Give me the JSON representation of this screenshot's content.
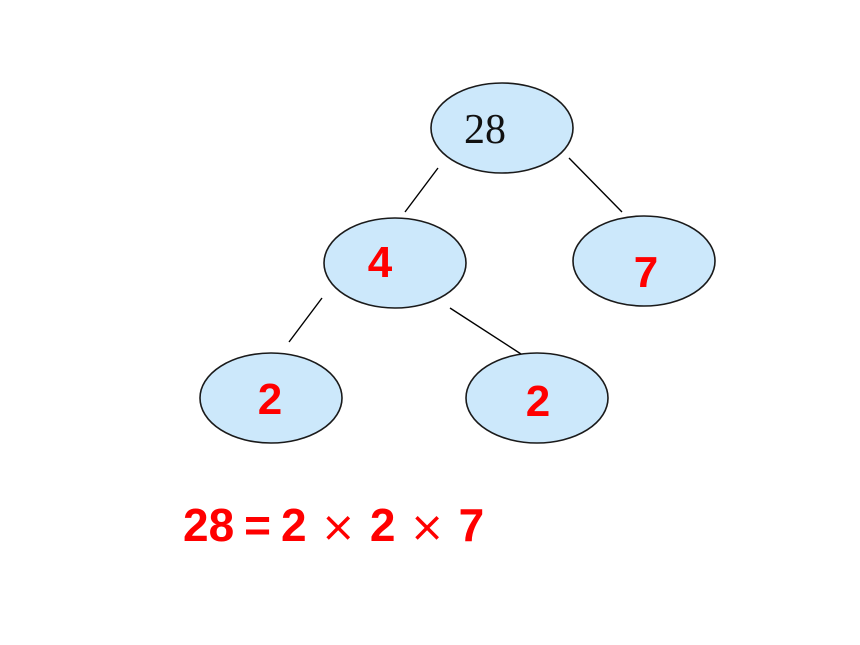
{
  "tree": {
    "root": {
      "label": "28"
    },
    "level1": [
      {
        "label": "4"
      },
      {
        "label": "7"
      }
    ],
    "level2": [
      {
        "label": "2"
      },
      {
        "label": "2"
      }
    ]
  },
  "equation": {
    "lhs": "28",
    "equals": "=",
    "factor1": "2",
    "times1": "×",
    "factor2": "2",
    "times2": "×",
    "factor3": "7"
  },
  "colors": {
    "node_fill": "#cce8fb",
    "factor_text": "#ff0000",
    "root_text": "#111111"
  }
}
